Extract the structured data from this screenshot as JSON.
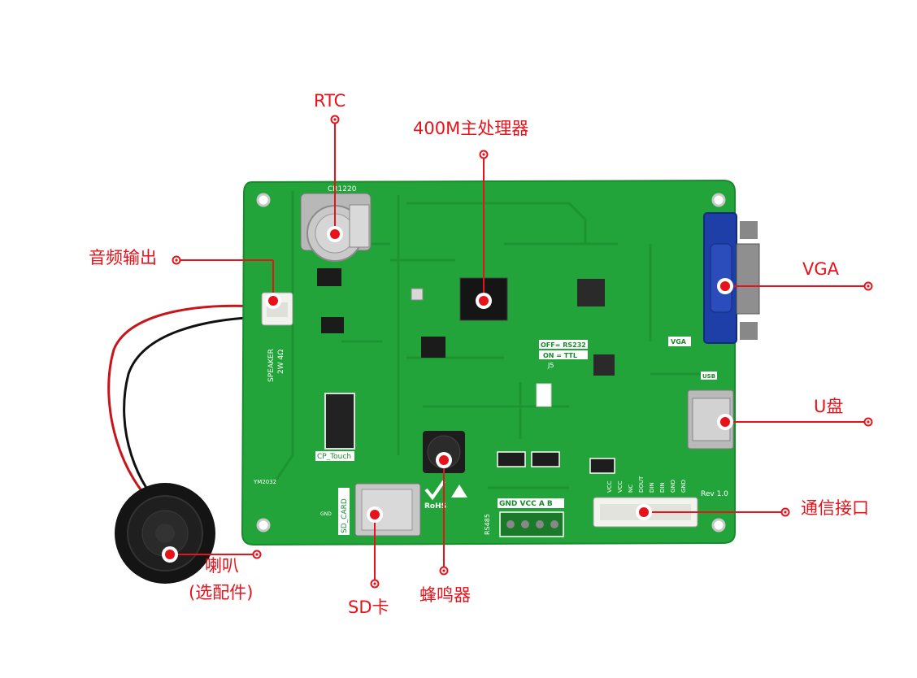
{
  "callouts": {
    "rtc": "RTC",
    "cpu": "400M主处理器",
    "audio_out": "音频输出",
    "vga": "VGA",
    "usb_disk": "U盘",
    "comm_port": "通信接口",
    "speaker_line1": "喇叭",
    "speaker_line2": "(选配件)",
    "sd_card": "SD卡",
    "buzzer": "蜂鸣器"
  },
  "board_labels": {
    "cr1220": "CR1220",
    "speaker": "SPEAKER",
    "speaker_rating": "2W 4Ω",
    "cp_touch": "CP_Touch",
    "sd_card": "SD_CARD",
    "rs485": "RS485",
    "rs485_pins": "GND VCC A B",
    "vga": "VGA",
    "usb": "USB",
    "rev": "Rev 1.0",
    "ym": "YM2032",
    "rohs": "RoHS",
    "off_rs232": "OFF= RS232",
    "on_ttl": "ON = TTL",
    "j5": "J5",
    "gnd": "GND",
    "comm_pins": [
      "VCC",
      "VCC",
      "NC",
      "DOUT",
      "DIN",
      "DIN",
      "GND",
      "GND"
    ]
  },
  "colors": {
    "pcb": "#22a43a",
    "callout": "#e8121b",
    "silk": "#ffffff",
    "vga_blue": "#1f3fa8",
    "chip": "#1b1b1b"
  }
}
